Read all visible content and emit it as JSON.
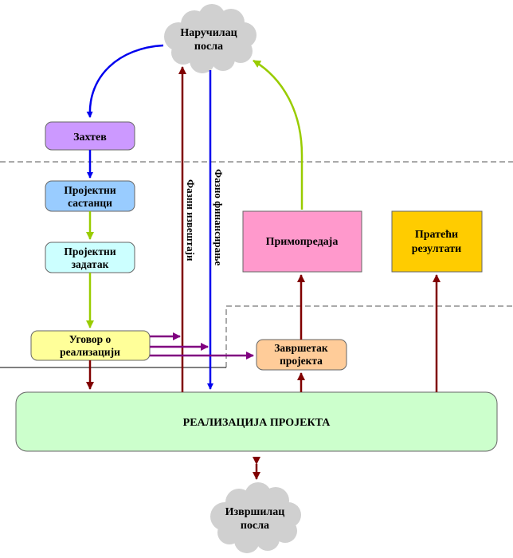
{
  "nodes": {
    "client_line1": "Наручилац",
    "client_line2": "посла",
    "request": "Захтев",
    "meetings_line1": "Пројектни",
    "meetings_line2": "састанци",
    "task_line1": "Пројектни",
    "task_line2": "задатак",
    "contract_line1": "Уговор о",
    "contract_line2": "реализацији",
    "handover": "Примопредаја",
    "byproducts_line1": "Пратећи",
    "byproducts_line2": "резултати",
    "completion_line1": "Завршетак",
    "completion_line2": "пројекта",
    "realization": "РЕАЛИЗАЦИЈА ПРОЈЕКТА",
    "contractor_line1": "Извршилац",
    "contractor_line2": "посла"
  },
  "flows": {
    "phase_reports": "Фазни извештаји",
    "phase_financing": "Фазно финансирање"
  },
  "colors": {
    "request_fill": "#cc99ff",
    "meetings_fill": "#99ccff",
    "task_fill": "#ccffff",
    "contract_fill": "#ffff99",
    "handover_fill": "#ff99cc",
    "byproducts_fill": "#ffcc00",
    "completion_fill": "#ffcc99",
    "realization_fill": "#ccffcc",
    "cloud_fill": "#d0d0d0",
    "arrow_blue": "#0000ee",
    "arrow_green": "#99cc00",
    "arrow_darkred": "#800000",
    "arrow_purple": "#800080"
  }
}
